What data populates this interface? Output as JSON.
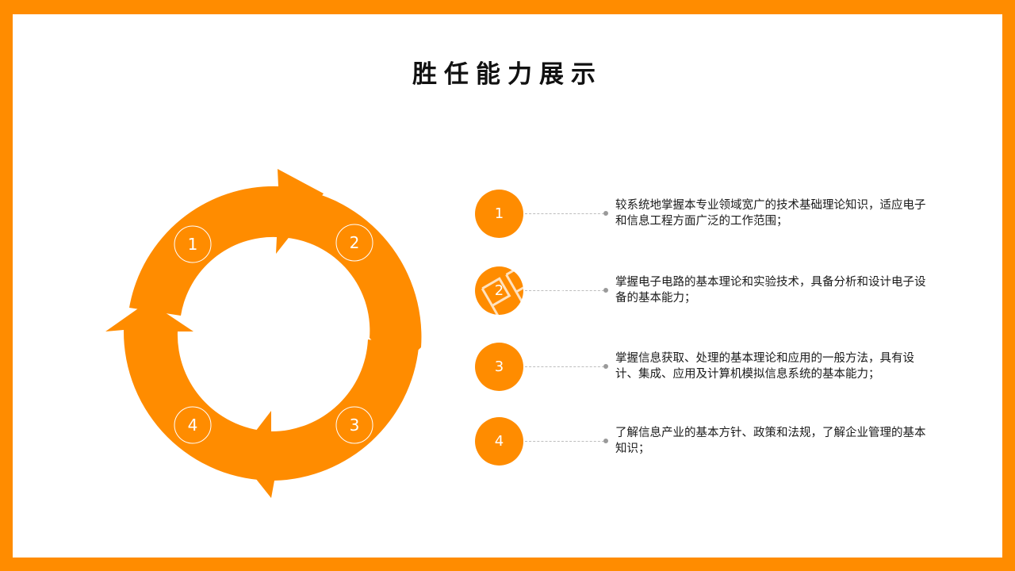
{
  "slide": {
    "title": "胜任能力展示",
    "accent_color": "#ff8c00",
    "cycle_labels": [
      "1",
      "2",
      "3",
      "4"
    ],
    "items": [
      {
        "number": "1",
        "text": "较系统地掌握本专业领域宽广的技术基础理论知识，适应电子和信息工程方面广泛的工作范围；"
      },
      {
        "number": "2",
        "text": "掌握电子电路的基本理论和实验技术，具备分析和设计电子设备的基本能力；"
      },
      {
        "number": "3",
        "text": "掌握信息获取、处理的基本理论和应用的一般方法，具有设计、集成、应用及计算机模拟信息系统的基本能力；"
      },
      {
        "number": "4",
        "text": "了解信息产业的基本方针、政策和法规，了解企业管理的基本知识；"
      }
    ]
  }
}
